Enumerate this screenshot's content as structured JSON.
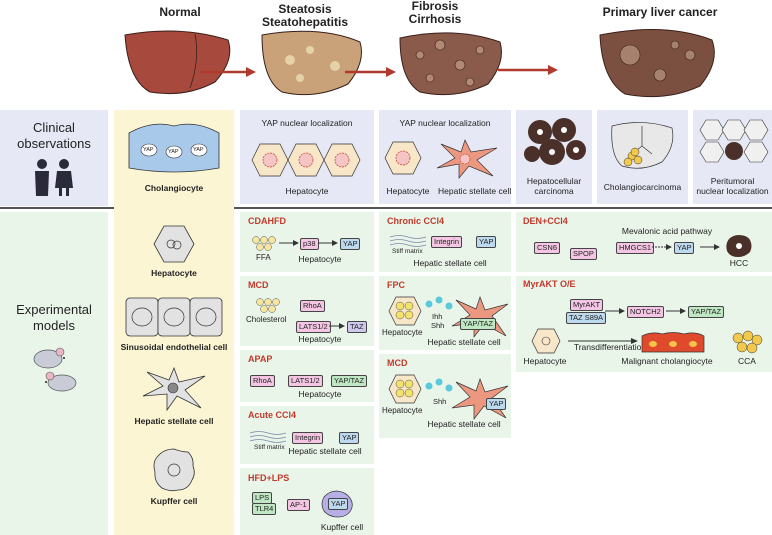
{
  "stages": {
    "normal": "Normal",
    "steatosis1": "Steatosis",
    "steatosis2": "Steatohepatitis",
    "fibrosis1": "Fibrosis",
    "fibrosis2": "Cirrhosis",
    "cancer": "Primary liver cancer"
  },
  "sections": {
    "clinical1": "Clinical",
    "clinical2": "observations",
    "experimental1": "Experimental",
    "experimental2": "models"
  },
  "cells": {
    "cholangiocyte": "Cholangiocyte",
    "hepatocyte": "Hepatocyte",
    "sinusoidal": "Sinusoidal endothelial cell",
    "stellate": "Hepatic stellate cell",
    "kupffer": "Kupffer cell",
    "yap": "YAP"
  },
  "clinical": {
    "p1_title": "YAP nuclear localization",
    "p1_cell": "Hepatocyte",
    "p2_title": "YAP nuclear localization",
    "p2_cell1": "Hepatocyte",
    "p2_cell2": "Hepatic stellate cell",
    "hcc1": "Hepatocellular",
    "hcc2": "carcinoma",
    "cca": "Cholangiocarcinoma",
    "peri1": "Peritumoral",
    "peri2": "nuclear localization"
  },
  "models": {
    "cdahfd": {
      "title": "CDAHFD",
      "ffa": "FFA",
      "p38": "p38",
      "yap": "YAP",
      "cell": "Hepatocyte"
    },
    "mcd1": {
      "title": "MCD",
      "chol": "Cholesterol",
      "rhoa": "RhoA",
      "lats": "LATS1/2",
      "taz": "TAZ",
      "cell": "Hepatocyte"
    },
    "apap": {
      "title": "APAP",
      "rhoa": "RhoA",
      "lats": "LATS1/2",
      "yaptaz": "YAP/TAZ",
      "cell": "Hepatocyte"
    },
    "acute": {
      "title": "Acute CCl4",
      "matrix": "Stiff matrix",
      "integrin": "Integrin",
      "yap": "YAP",
      "cell": "Hepatic stellate cell"
    },
    "hfd": {
      "title": "HFD+LPS",
      "lps": "LPS",
      "tlr4": "TLR4",
      "ap1": "AP-1",
      "yap": "YAP",
      "cell": "Kupffer cell"
    },
    "chronic": {
      "title": "Chronic CCl4",
      "matrix": "Stiff matrix",
      "integrin": "Integrin",
      "yap": "YAP",
      "cell": "Hepatic stellate cell"
    },
    "fpc": {
      "title": "FPC",
      "ihh": "Ihh",
      "shh": "Shh",
      "hep": "Hepatocyte",
      "yaptaz": "YAP/TAZ",
      "cell": "Hepatic stellate cell"
    },
    "mcd2": {
      "title": "MCD",
      "hep": "Hepatocyte",
      "shh": "Shh",
      "yap": "YAP",
      "cell": "Hepatic stellate cell"
    },
    "den": {
      "title": "DEN+CCl4",
      "mevalonic": "Mevalonic acid pathway",
      "csn6": "CSN6",
      "spop": "SPOP",
      "hmgcs1": "HMGCS1",
      "yap": "YAP",
      "hcc": "HCC"
    },
    "myr": {
      "title": "MyrAKT O/E",
      "myrakt": "MyrAKT",
      "taz": "TAZ S89A",
      "notch2": "NOTCH2",
      "yaptaz": "YAP/TAZ",
      "hep": "Hepatocyte",
      "trans": "Transdifferentiation",
      "malignant": "Malignant cholangiocyte",
      "cca": "CCA"
    }
  },
  "colors": {
    "arrow": "#b03a2e",
    "title_red": "#c0392b",
    "panel_blue": "#e6e8f5",
    "panel_green": "#eaf5ea",
    "panel_yellow": "#fcf5d3"
  }
}
